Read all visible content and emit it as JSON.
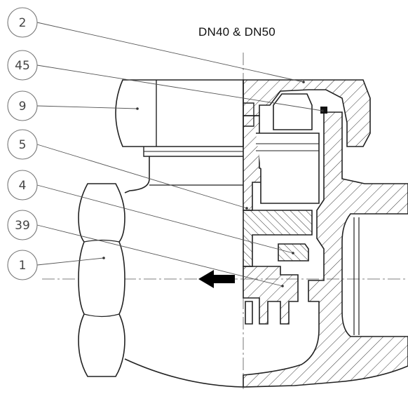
{
  "title": "DN40 & DN50",
  "callouts": [
    {
      "id": "2",
      "label": "2"
    },
    {
      "id": "45",
      "label": "45"
    },
    {
      "id": "9",
      "label": "9"
    },
    {
      "id": "5",
      "label": "5"
    },
    {
      "id": "4",
      "label": "4"
    },
    {
      "id": "39",
      "label": "39"
    },
    {
      "id": "1",
      "label": "1"
    }
  ],
  "flow_arrow": {
    "direction": "left"
  },
  "colors": {
    "line": "#222222",
    "hatch": "#333333",
    "arrow": "#000000",
    "balloon": "#777777"
  }
}
